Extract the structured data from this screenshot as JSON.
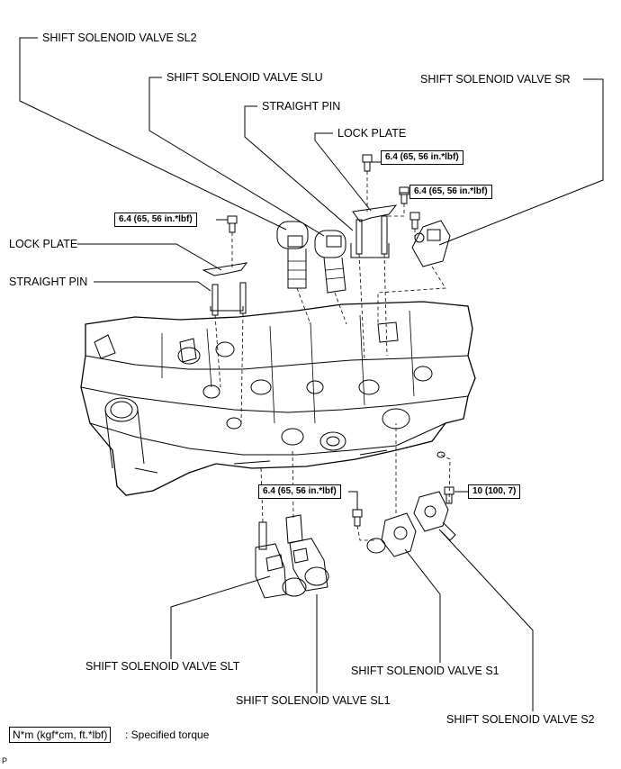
{
  "labels": {
    "sl2": "SHIFT SOLENOID VALVE SL2",
    "slu": "SHIFT SOLENOID VALVE SLU",
    "sr": "SHIFT SOLENOID VALVE SR",
    "straight_pin_top": "STRAIGHT PIN",
    "lock_plate_top": "LOCK PLATE",
    "lock_plate_left": "LOCK PLATE",
    "straight_pin_left": "STRAIGHT PIN",
    "slt": "SHIFT SOLENOID VALVE SLT",
    "sl1": "SHIFT SOLENOID VALVE SL1",
    "s1": "SHIFT SOLENOID VALVE S1",
    "s2": "SHIFT SOLENOID VALVE S2"
  },
  "torques": {
    "top_lock_plate_bolt": "6.4 (65, 56 in.*lbf)",
    "sr_bolt": "6.4 (65, 56 in.*lbf)",
    "left_lock_plate_bolt": "6.4 (65, 56 in.*lbf)",
    "s1_bolt": "6.4 (65, 56 in.*lbf)",
    "s2_bolt": "10 (100, 7)"
  },
  "legend": {
    "unit": "N*m (kgf*cm, ft.*lbf)",
    "description": ": Specified torque"
  },
  "footer_mark": "P"
}
